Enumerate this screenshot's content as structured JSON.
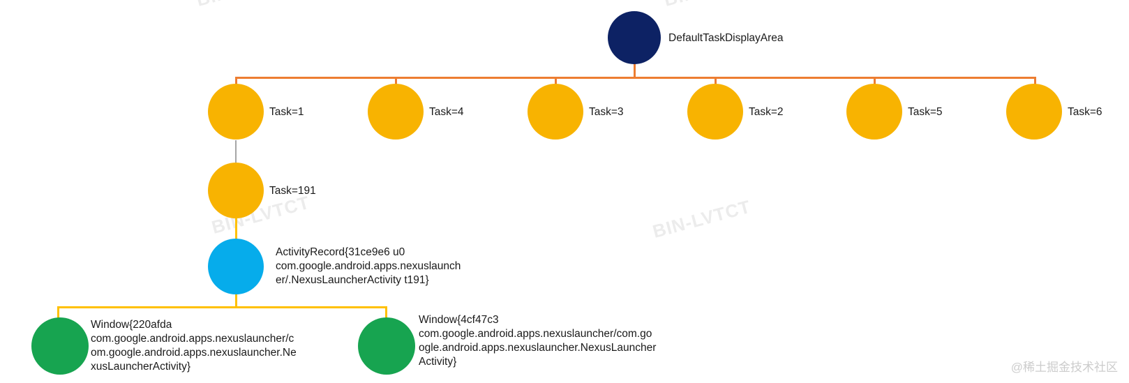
{
  "diagram": {
    "root": {
      "label": "DefaultTaskDisplayArea"
    },
    "tasks": [
      {
        "label": "Task=1"
      },
      {
        "label": "Task=4"
      },
      {
        "label": "Task=3"
      },
      {
        "label": "Task=2"
      },
      {
        "label": "Task=5"
      },
      {
        "label": "Task=6"
      }
    ],
    "subtask": {
      "label": "Task=191"
    },
    "activity": {
      "lines": [
        "ActivityRecord{31ce9e6 u0",
        "com.google.android.apps.nexuslaunch",
        "er/.NexusLauncherActivity t191}"
      ]
    },
    "windows": [
      {
        "lines": [
          "Window{220afda",
          "com.google.android.apps.nexuslauncher/c",
          "om.google.android.apps.nexuslauncher.Ne",
          "xusLauncherActivity}"
        ]
      },
      {
        "lines": [
          "Window{4cf47c3",
          "com.google.android.apps.nexuslauncher/com.go",
          "ogle.android.apps.nexuslauncher.NexusLauncher",
          "Activity}"
        ]
      }
    ],
    "colors": {
      "root_node": "#0d2264",
      "task_node": "#f8b301",
      "activity_node": "#06aceb",
      "window_node": "#17a450",
      "level1_connector": "#ed7d31",
      "level2_connector": "#a6a6a6",
      "level3_connector": "#ffc000"
    }
  },
  "watermarks": {
    "diagonal_text": "BIN-LVTCT",
    "credit": "@稀土掘金技术社区"
  }
}
